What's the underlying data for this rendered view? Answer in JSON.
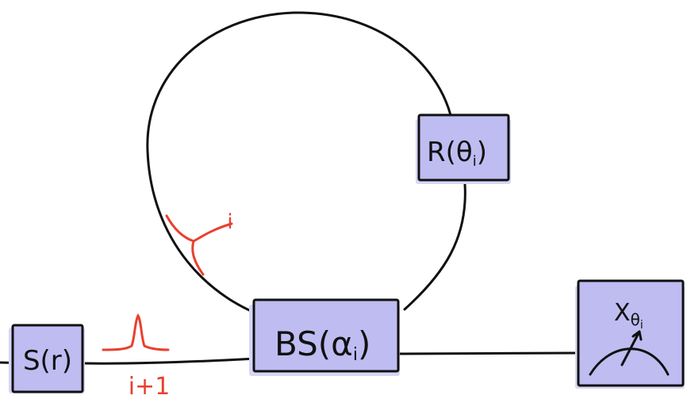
{
  "colors": {
    "line": "#111111",
    "box_fill": "#bfbcf2",
    "box_stroke": "#111111",
    "box_shadow": "#d8d6f6",
    "annotation": "#e8402e"
  },
  "labels": {
    "source": "S(r)",
    "beam_splitter": "BS(α",
    "beam_splitter_sub": "i",
    "beam_splitter_close": ")",
    "rotation": "R(θ",
    "rotation_sub": "i",
    "rotation_close": ")",
    "measurement": "X",
    "measurement_sub": "θ",
    "measurement_sub2": "i",
    "loop_symbol": "Y",
    "loop_index": "i",
    "pulse_index": "i+1"
  },
  "icons": {
    "measurement": "meter-dial-icon",
    "pulse": "pulse-peak-icon"
  }
}
